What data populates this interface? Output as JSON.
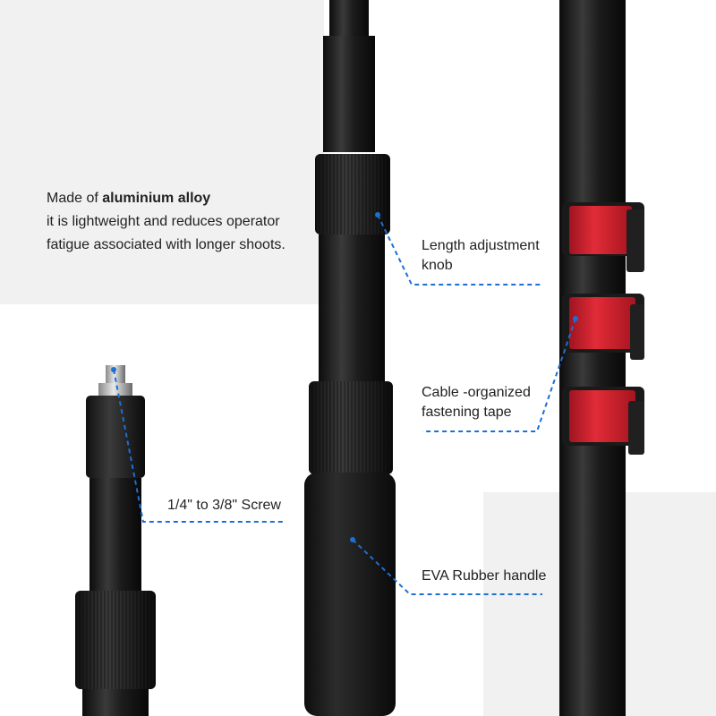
{
  "intro": {
    "line1_prefix": "Made of ",
    "line1_bold": "aluminium alloy",
    "line2": "it is  lightweight and reduces operator",
    "line3": "fatigue associated with longer shoots."
  },
  "labels": {
    "knob_line1": "Length adjustment",
    "knob_line2": "knob",
    "tape_line1": "Cable -organized",
    "tape_line2": "fastening tape",
    "screw": "1/4\" to 3/8\" Screw",
    "handle": "EVA Rubber handle"
  },
  "colors": {
    "accent": "#1d6fd1",
    "pole": "#1b1b1b",
    "strap": "#d42432",
    "panel": "#f1f1f1"
  }
}
